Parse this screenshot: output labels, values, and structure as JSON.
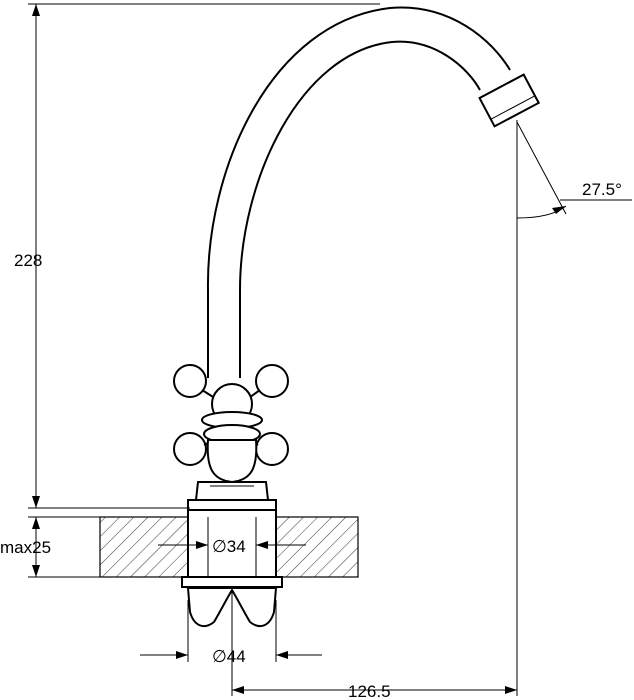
{
  "dimensions": {
    "height_total": "228",
    "counter_max": "max25",
    "spout_reach": "126.5",
    "spout_angle": "27.5°",
    "hole_diameter": "∅34",
    "nut_diameter": "∅44"
  },
  "colors": {
    "line": "#000000",
    "background": "#ffffff",
    "hatch": "#000000"
  }
}
